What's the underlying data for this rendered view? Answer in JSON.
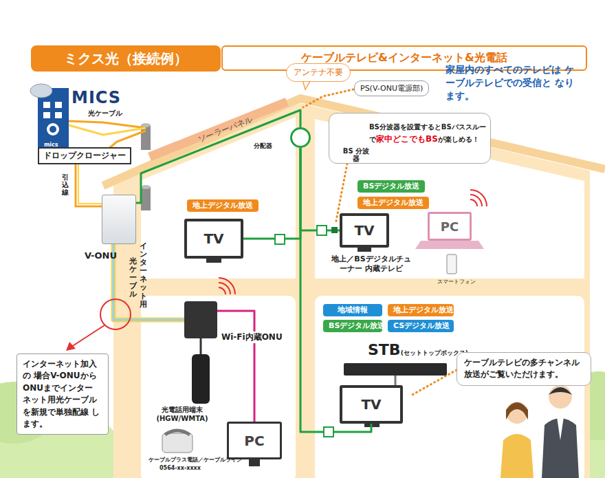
{
  "diagram": {
    "title": "ミクス光（接続例）",
    "nodes": [
      {
        "text": [
          "ケーブルテレビ&インターネット&光電話"
        ]
      },
      {
        "text": [
          "ドロップクロージャー"
        ]
      },
      {
        "text": [
          "アンテナ不要"
        ]
      },
      {
        "text": [
          "PS(V-ONU電源部)"
        ]
      },
      {
        "text": [
          "分配器"
        ]
      },
      {
        "text": [
          "BS分波器を設置するとBSパススルーで",
          "家中どこでもBS",
          "が楽しめる！"
        ]
      },
      {
        "text": [
          "V-ONU"
        ]
      },
      {
        "text": [
          "地上デジタル放送"
        ]
      },
      {
        "text": [
          "TV"
        ]
      },
      {
        "text": [
          "BSデジタル放送"
        ]
      },
      {
        "text": [
          "地上デジタル放送"
        ]
      },
      {
        "text": [
          "TV"
        ]
      },
      {
        "text": [
          "PC"
        ]
      },
      {
        "text": [
          "Wi-Fi内蔵ONU"
        ]
      },
      {
        "text": [
          "光電話用端末 (HGW/WMTA)"
        ]
      },
      {
        "text": [
          "PC"
        ]
      },
      {
        "text": [
          "地域情報"
        ]
      },
      {
        "text": [
          "地上デジタル放送"
        ]
      },
      {
        "text": [
          "BSデジタル放送"
        ]
      },
      {
        "text": [
          "CSデジタル放送"
        ]
      },
      {
        "text": [
          "STB",
          "(セットトップボックス)"
        ]
      },
      {
        "text": [
          "TV"
        ]
      },
      {
        "text": [
          "ケーブルテレビの多チャンネル 放送がご覧いただけます。"
        ]
      },
      {
        "text": [
          "インターネット加入の 場合V-ONUから ONUまでインター ネット用光ケーブル を新規で単独配線 します。"
        ]
      }
    ],
    "edges": [
      {
        "from": 6,
        "to": 4,
        "arrow": "none"
      },
      {
        "from": 4,
        "to": 8,
        "arrow": "none"
      },
      {
        "from": 4,
        "to": 11,
        "arrow": "none"
      },
      {
        "from": 4,
        "to": 21,
        "arrow": "none"
      },
      {
        "from": 6,
        "to": 13,
        "arrow": "none"
      },
      {
        "from": 13,
        "to": 14,
        "arrow": "none"
      },
      {
        "from": 13,
        "to": 15,
        "arrow": "none"
      },
      {
        "from": 20,
        "to": 21,
        "arrow": "none"
      }
    ],
    "labels": [
      "MICS",
      "mics",
      "光ケーブル",
      "引込線",
      "ソーラーパネル",
      "家屋内のすべてのテレビは ケーブルテレビでの受信と なります。",
      "BS 分波器",
      "インターネット用",
      "光ケーブル",
      "地上／BSデジタルチューナー 内蔵テレビ",
      "スマートフォン",
      "ケーブルプラス電話／ケーブルライン",
      "0564-xx-xxxx"
    ]
  }
}
